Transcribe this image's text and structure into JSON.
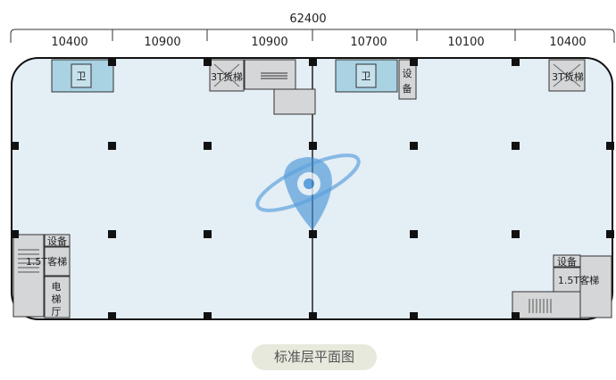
{
  "dimensions": {
    "total": "62400",
    "bays": [
      "10400",
      "10900",
      "10900",
      "10700",
      "10100",
      "10400"
    ]
  },
  "rooms": {
    "toilet": "卫",
    "freight_elevator": "3T货梯",
    "equipment": "设备",
    "equipment_v1": "设",
    "equipment_v2": "备",
    "passenger_elevator": "1.5T客梯",
    "lobby_1": "电",
    "lobby_2": "梯",
    "lobby_3": "厅"
  },
  "caption": "标准层平面图",
  "colors": {
    "floor": "#e4eef5",
    "toilet": "#a9d2e2",
    "core": "#d4d6d8",
    "logo": "#3d8fd6"
  }
}
